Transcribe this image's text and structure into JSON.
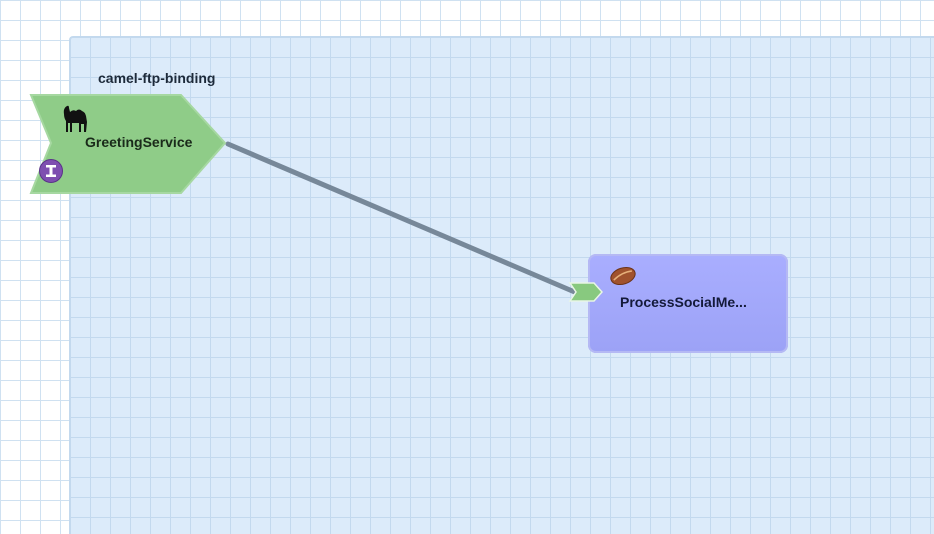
{
  "canvas": {
    "composite_service": {
      "binding_label": "camel-ftp-binding",
      "service_name": "GreetingService",
      "icons": [
        "camel-icon",
        "interface-icon"
      ],
      "fill_color": "#8fcc88"
    },
    "component": {
      "name": "ProcessSocialMe...",
      "icons": [
        "bean-icon"
      ],
      "fill_color": "#a5aaf9"
    },
    "wire": {
      "color": "#778899",
      "from": "GreetingService",
      "to": "ProcessSocialMe..."
    }
  }
}
